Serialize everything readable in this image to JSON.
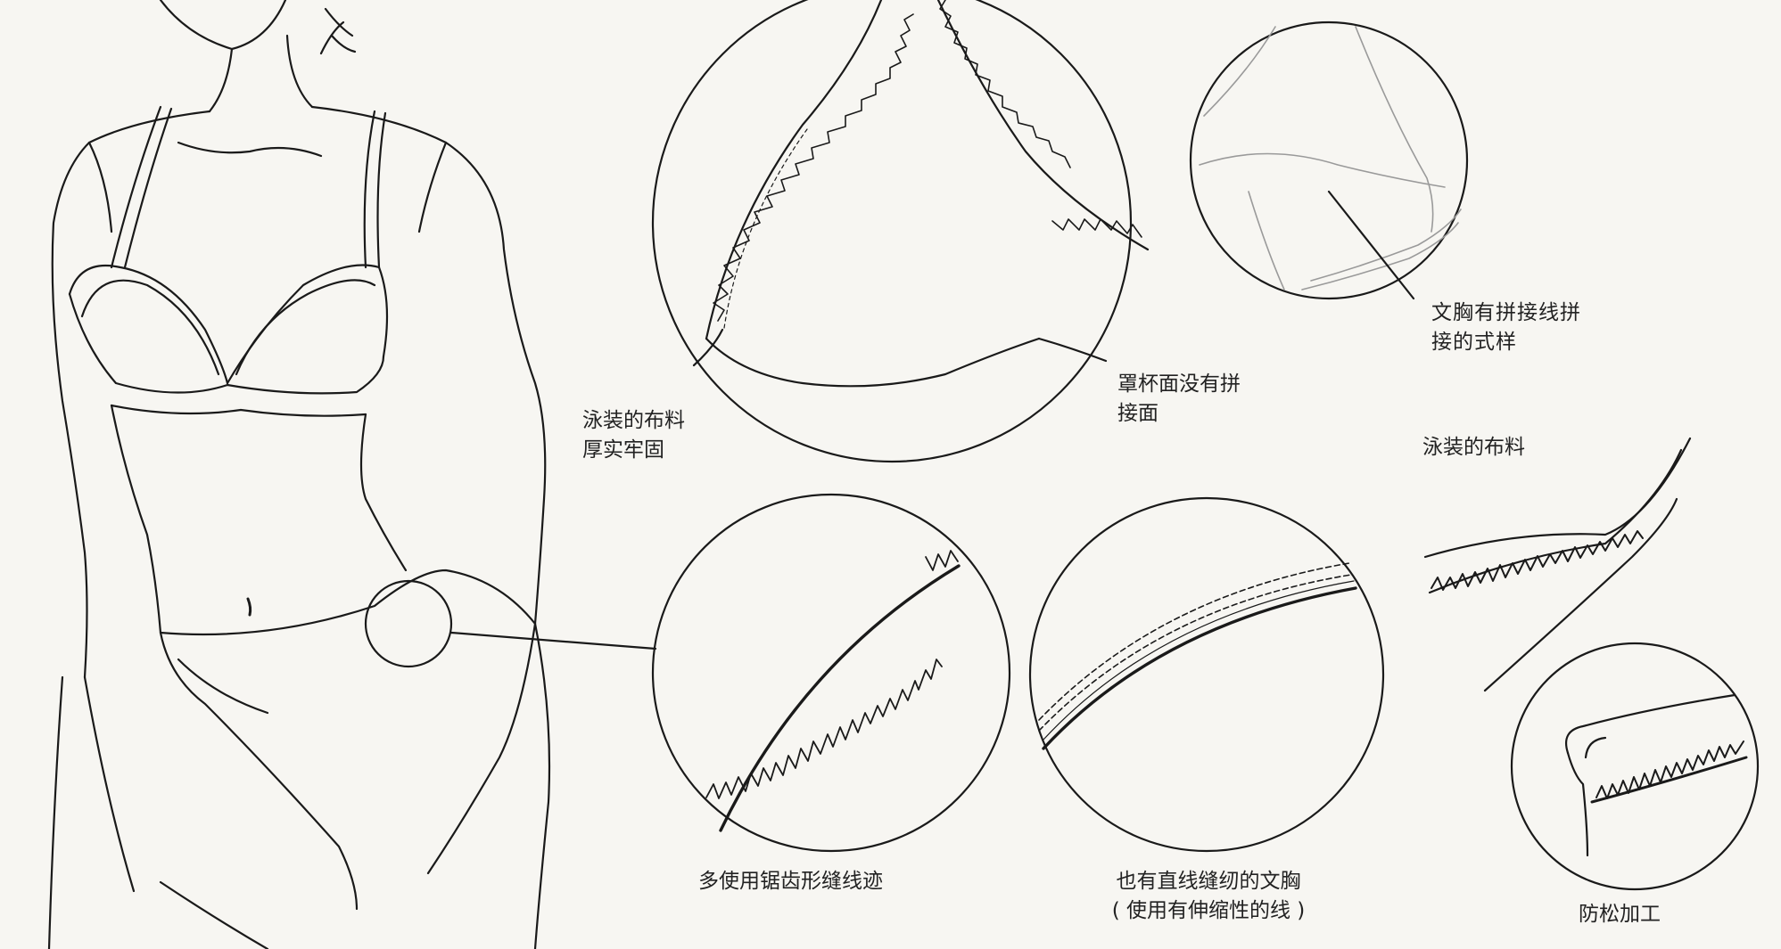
{
  "colors": {
    "background": "#f7f6f2",
    "ink": "#1a1a1a",
    "light_ink": "#9a9a9a"
  },
  "labels": {
    "swim_fabric_sturdy": [
      "泳装的布料",
      "厚实牢固"
    ],
    "cup_no_seam": [
      "罩杯面没有拼",
      "接面"
    ],
    "bra_with_seams": [
      "文胸有拼接线拼",
      "接的式样"
    ],
    "swim_fabric": "泳装的布料",
    "zigzag_stitch": "多使用锯齿形缝线迹",
    "straight_stitch": [
      "也有直线缝纫的文胸",
      "( 使用有伸缩性的线 )"
    ],
    "anti_fray": "防松加工"
  }
}
